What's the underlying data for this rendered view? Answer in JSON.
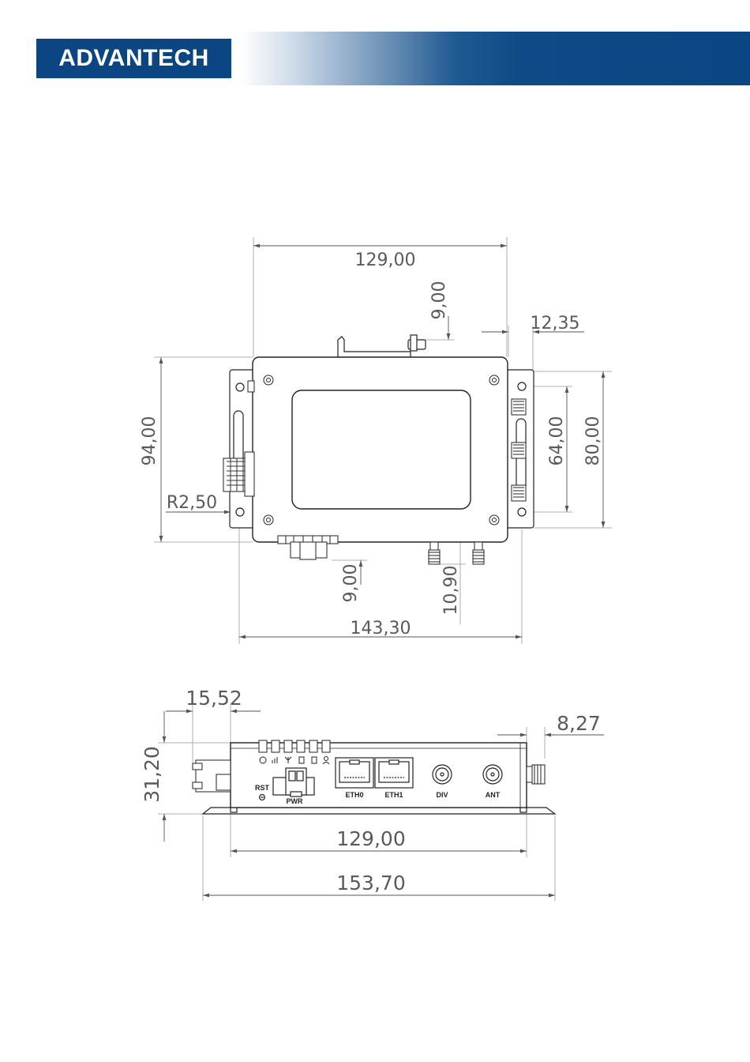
{
  "header": {
    "logo_text": "ADVANTECH",
    "brand_color": "#0b4683"
  },
  "top_view": {
    "dimensions": {
      "width_top": "129,00",
      "rail_offset": "9,00",
      "ear_offset": "12,35",
      "height_left": "94,00",
      "radius": "R2,50",
      "hole_spacing": "64,00",
      "ear_height": "80,00",
      "connector_offset": "9,00",
      "antenna_offset": "10,90",
      "width_bottom": "143,30"
    }
  },
  "front_view": {
    "dimensions": {
      "connector_depth": "15,52",
      "antenna_depth": "8,27",
      "height": "31,20",
      "body_width": "129,00",
      "total_width": "153,70"
    },
    "labels": {
      "reset": "RST",
      "power": "PWR",
      "eth0": "ETH0",
      "eth1": "ETH1",
      "div": "DIV",
      "ant": "ANT"
    }
  }
}
